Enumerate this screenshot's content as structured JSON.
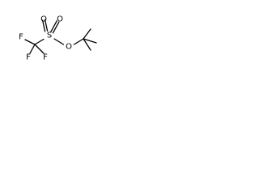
{
  "molecule": {
    "atoms": {
      "o_top_left": "O",
      "o_top_right": "O",
      "sulfur": "S",
      "o_ester": "O",
      "f_left": "F",
      "f_bottom_left": "F",
      "f_bottom_right": "F"
    },
    "colors": {
      "ink": "#000000",
      "background": "#ffffff"
    }
  }
}
